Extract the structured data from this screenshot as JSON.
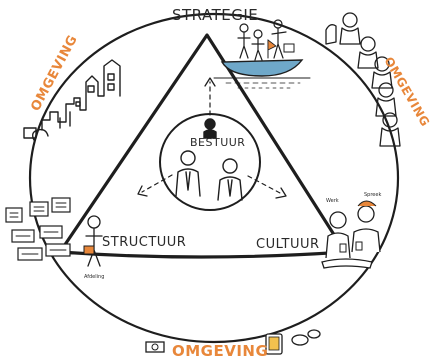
{
  "labels": {
    "strategie": "STRATEGIE",
    "bestuur": "BESTUUR",
    "structuur": "STRUCTUUR",
    "cultuur": "CULTUUR",
    "omgeving_left": "OMGEVING",
    "omgeving_right": "OMGEVING",
    "omgeving_bottom": "OMGEVING"
  },
  "small_texts": {
    "annotation_1": "Afdeling",
    "annotation_2": "Werk",
    "annotation_3": "Spreek"
  },
  "colors": {
    "ink": "#1e1e1e",
    "accent_orange": "#e8873a",
    "boat_blue": "#6fa8c9",
    "window_yellow": "#f2c14e",
    "background": "#ffffff"
  }
}
